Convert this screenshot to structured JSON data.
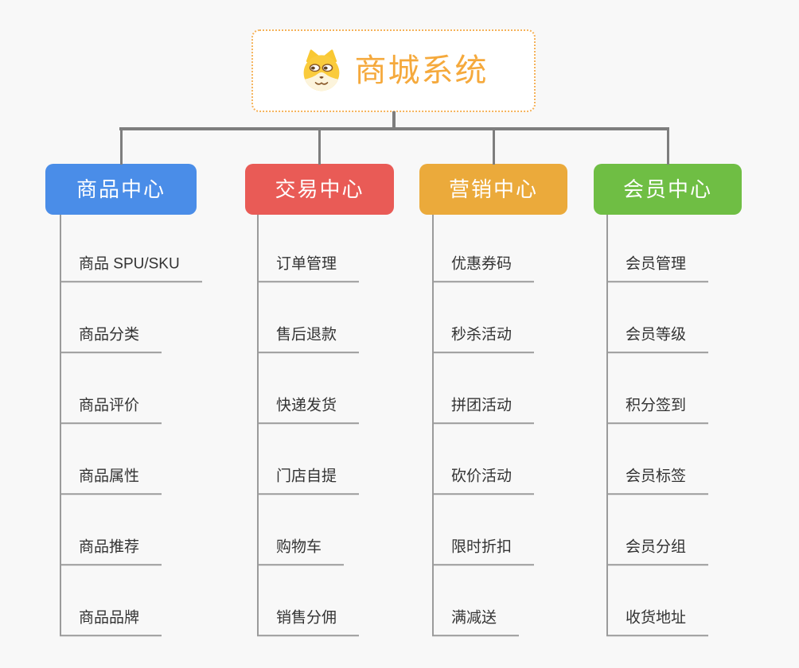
{
  "root": {
    "title": "商城系统",
    "icon": "shiba-dog-icon",
    "border_color": "#F5B25A",
    "title_color": "#F5A93C"
  },
  "connector_color": "#7E7E7E",
  "leaf_line_color": "#9B9B9B",
  "branches": [
    {
      "label": "商品中心",
      "color": "#4A8DE8",
      "children": [
        "商品 SPU/SKU",
        "商品分类",
        "商品评价",
        "商品属性",
        "商品推荐",
        "商品品牌"
      ]
    },
    {
      "label": "交易中心",
      "color": "#E95B56",
      "children": [
        "订单管理",
        "售后退款",
        "快递发货",
        "门店自提",
        "购物车",
        "销售分佣"
      ]
    },
    {
      "label": "营销中心",
      "color": "#EBAA3B",
      "children": [
        "优惠券码",
        "秒杀活动",
        "拼团活动",
        "砍价活动",
        "限时折扣",
        "满减送"
      ]
    },
    {
      "label": "会员中心",
      "color": "#6FBE44",
      "children": [
        "会员管理",
        "会员等级",
        "积分签到",
        "会员标签",
        "会员分组",
        "收货地址"
      ]
    }
  ]
}
